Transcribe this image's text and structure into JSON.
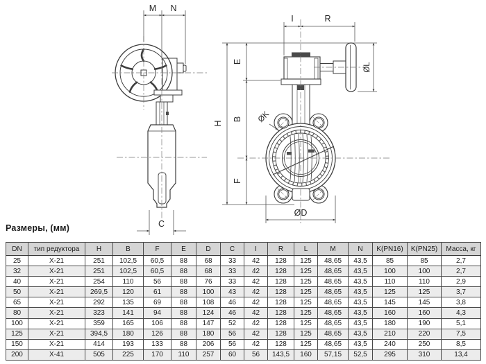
{
  "title": "Размеры, (мм)",
  "labels": {
    "m": "M",
    "n": "N",
    "c": "C",
    "h": "H",
    "e": "E",
    "b": "B",
    "f": "F",
    "i": "I",
    "r": "R",
    "k": "ØK",
    "d": "ØD",
    "l": "ØL"
  },
  "table": {
    "columns": [
      "DN",
      "тип редуктора",
      "H",
      "B",
      "F",
      "E",
      "D",
      "C",
      "I",
      "R",
      "L",
      "M",
      "N",
      "K(PN16)",
      "K(PN25)",
      "Масса, кг"
    ],
    "rows": [
      [
        "25",
        "Х-21",
        "251",
        "102,5",
        "60,5",
        "88",
        "68",
        "33",
        "42",
        "128",
        "125",
        "48,65",
        "43,5",
        "85",
        "85",
        "2,7"
      ],
      [
        "32",
        "Х-21",
        "251",
        "102,5",
        "60,5",
        "88",
        "68",
        "33",
        "42",
        "128",
        "125",
        "48,65",
        "43,5",
        "100",
        "100",
        "2,7"
      ],
      [
        "40",
        "Х-21",
        "254",
        "110",
        "56",
        "88",
        "76",
        "33",
        "42",
        "128",
        "125",
        "48,65",
        "43,5",
        "110",
        "110",
        "2,9"
      ],
      [
        "50",
        "Х-21",
        "269,5",
        "120",
        "61",
        "88",
        "100",
        "43",
        "42",
        "128",
        "125",
        "48,65",
        "43,5",
        "125",
        "125",
        "3,7"
      ],
      [
        "65",
        "Х-21",
        "292",
        "135",
        "69",
        "88",
        "108",
        "46",
        "42",
        "128",
        "125",
        "48,65",
        "43,5",
        "145",
        "145",
        "3,8"
      ],
      [
        "80",
        "Х-21",
        "323",
        "141",
        "94",
        "88",
        "124",
        "46",
        "42",
        "128",
        "125",
        "48,65",
        "43,5",
        "160",
        "160",
        "4,3"
      ],
      [
        "100",
        "Х-21",
        "359",
        "165",
        "106",
        "88",
        "147",
        "52",
        "42",
        "128",
        "125",
        "48,65",
        "43,5",
        "180",
        "190",
        "5,1"
      ],
      [
        "125",
        "Х-21",
        "394,5",
        "180",
        "126",
        "88",
        "180",
        "56",
        "42",
        "128",
        "125",
        "48,65",
        "43,5",
        "210",
        "220",
        "7,5"
      ],
      [
        "150",
        "Х-21",
        "414",
        "193",
        "133",
        "88",
        "206",
        "56",
        "42",
        "128",
        "125",
        "48,65",
        "43,5",
        "240",
        "250",
        "8,5"
      ],
      [
        "200",
        "Х-41",
        "505",
        "225",
        "170",
        "110",
        "257",
        "60",
        "56",
        "143,5",
        "160",
        "57,15",
        "52,5",
        "295",
        "310",
        "13,4"
      ]
    ]
  }
}
